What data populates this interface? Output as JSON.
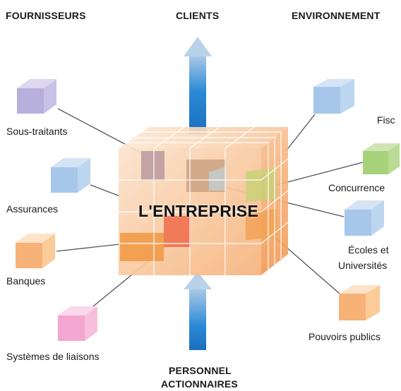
{
  "headers": {
    "suppliers": "FOURNISSEURS",
    "clients": "CLIENTS",
    "environment": "ENVIRONNEMENT",
    "staff_line1": "PERSONNEL",
    "staff_line2": "ACTIONNAIRES"
  },
  "center_label": "L'ENTREPRISE",
  "stakeholders": {
    "subcontractors": "Sous-traitants",
    "insurance": "Assurances",
    "banks": "Banques",
    "liaison_systems": "Systèmes de liaisons",
    "tax": "Fisc",
    "competition": "Concurrence",
    "schools_line1": "Écoles et",
    "schools_line2": "Universités",
    "public_authorities": "Pouvoirs publics"
  },
  "colors": {
    "arrow_blue": "#1e78c8",
    "arrow_light": "#a9c8e6",
    "cube_orange": "#f7b278",
    "cube_blue": "#a7c7ea",
    "cube_green": "#a8d27a",
    "cube_purple": "#b7b0dc",
    "cube_pink": "#f3a6cf",
    "line_gray": "#555555"
  }
}
